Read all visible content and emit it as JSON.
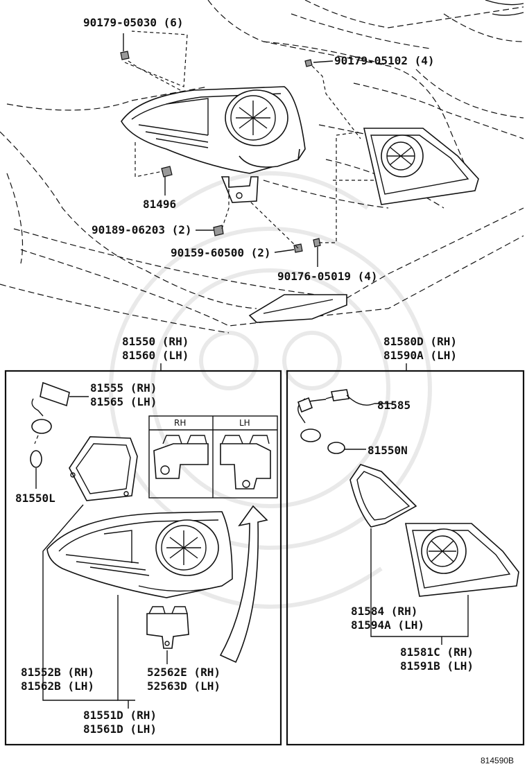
{
  "top_section": {
    "callouts": {
      "bolt_6": "90179-05030 (6)",
      "nut_4": "90179-05102 (4)",
      "clip": "81496",
      "screw_2a": "90189-06203 (2)",
      "screw_2b": "90159-60500 (2)",
      "nut_4b": "90176-05019 (4)"
    }
  },
  "left_section": {
    "header_rh": "81550 (RH)",
    "header_lh": "81560 (LH)",
    "socket_rh": "81555 (RH)",
    "socket_lh": "81565 (LH)",
    "bulb": "81550L",
    "inset_rh": "RH",
    "inset_lh": "LH",
    "lens_rh": "81552B (RH)",
    "lens_lh": "81562B (LH)",
    "bracket_rh": "52562E (RH)",
    "bracket_lh": "52563D (LH)",
    "body_rh": "81551D (RH)",
    "body_lh": "81561D (LH)"
  },
  "right_section": {
    "header_rh": "81580D (RH)",
    "header_lh": "81590A (LH)",
    "harness": "81585",
    "bulb": "81550N",
    "gasket_rh": "81584 (RH)",
    "gasket_lh": "81594A (LH)",
    "lens_rh": "81581C (RH)",
    "lens_lh": "81591B (LH)"
  },
  "figure_id": "814590B"
}
